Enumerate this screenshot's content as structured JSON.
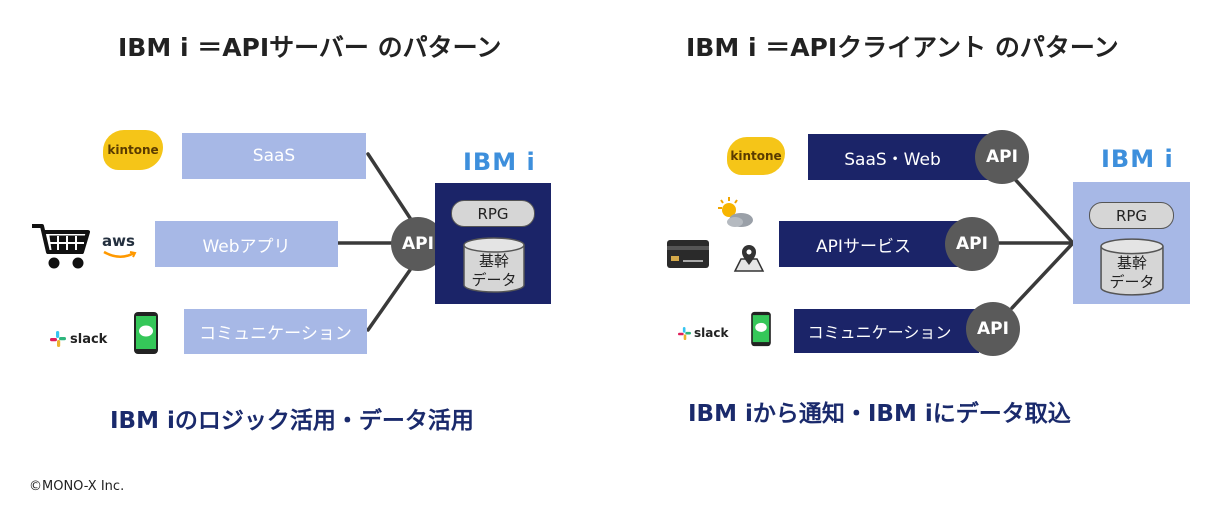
{
  "left": {
    "heading": "IBM i ＝APIサーバー のパターン",
    "services": [
      "SaaS",
      "Webアプリ",
      "コミュニケーション"
    ],
    "api_label": "API",
    "ibm_label": "IBM i",
    "rpg_label": "RPG",
    "db_label_line1": "基幹",
    "db_label_line2": "データ",
    "footer": "IBM iのロジック活用・データ活用",
    "icons": {
      "kintone": "kintone",
      "aws": "aws",
      "slack": "slack"
    }
  },
  "right": {
    "heading": "IBM i ＝APIクライアント のパターン",
    "services": [
      "SaaS・Web",
      "APIサービス",
      "コミュニケーション"
    ],
    "api_label": "API",
    "ibm_label": "IBM i",
    "rpg_label": "RPG",
    "db_label_line1": "基幹",
    "db_label_line2": "データ",
    "footer": "IBM iから通知・IBM iにデータ取込",
    "icons": {
      "kintone": "kintone",
      "slack": "slack"
    }
  },
  "copyright": "©MONO-X Inc.",
  "colors": {
    "light_bar": "#a7b8e6",
    "dark_bar": "#1b2468",
    "api_circle": "#5a5a5a",
    "ibm_logo": "#3d8fdc",
    "footer_text": "#1a2a6c"
  }
}
